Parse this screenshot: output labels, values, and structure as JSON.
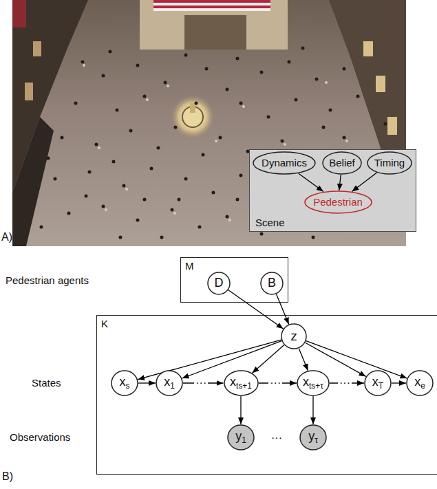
{
  "diagram": {
    "nodes": [
      {
        "text": [
          "Scene"
        ]
      },
      {
        "text": [
          "Dynamics"
        ],
        "in": 0
      },
      {
        "text": [
          "Belief"
        ],
        "in": 0
      },
      {
        "text": [
          "Timing"
        ],
        "in": 0
      },
      {
        "text": [
          "Pedestrian"
        ],
        "in": 0
      },
      {
        "text": [
          "M"
        ]
      },
      {
        "text": [
          "D"
        ],
        "in": 5
      },
      {
        "text": [
          "B"
        ],
        "in": 5
      },
      {
        "text": [
          "K"
        ]
      },
      {
        "text": [
          "z"
        ],
        "in": 8
      },
      {
        "text": [
          "xs"
        ],
        "in": 8
      },
      {
        "text": [
          "x1"
        ],
        "in": 8
      },
      {
        "text": [
          "xts+1"
        ],
        "in": 8
      },
      {
        "text": [
          "xts+τ"
        ],
        "in": 8
      },
      {
        "text": [
          "xT"
        ],
        "in": 8
      },
      {
        "text": [
          "xe"
        ],
        "in": 8
      },
      {
        "text": [
          "y1"
        ],
        "in": 8
      },
      {
        "text": [
          "yτ"
        ],
        "in": 8
      }
    ],
    "edges": [
      {
        "from": 1,
        "to": 4,
        "arrow": "to"
      },
      {
        "from": 2,
        "to": 4,
        "arrow": "to"
      },
      {
        "from": 3,
        "to": 4,
        "arrow": "to"
      },
      {
        "from": 6,
        "to": 9,
        "arrow": "to"
      },
      {
        "from": 7,
        "to": 9,
        "arrow": "to"
      },
      {
        "from": 9,
        "to": 10,
        "arrow": "to"
      },
      {
        "from": 9,
        "to": 11,
        "arrow": "to"
      },
      {
        "from": 9,
        "to": 12,
        "arrow": "to"
      },
      {
        "from": 9,
        "to": 13,
        "arrow": "to"
      },
      {
        "from": 9,
        "to": 14,
        "arrow": "to"
      },
      {
        "from": 9,
        "to": 15,
        "arrow": "to"
      },
      {
        "from": 10,
        "to": 11,
        "arrow": "to"
      },
      {
        "from": 11,
        "to": 12,
        "label": "···",
        "arrow": "to"
      },
      {
        "from": 12,
        "to": 13,
        "label": "···",
        "arrow": "to"
      },
      {
        "from": 13,
        "to": 14,
        "label": "···",
        "arrow": "to"
      },
      {
        "from": 14,
        "to": 15,
        "arrow": "to"
      },
      {
        "from": 12,
        "to": 16,
        "arrow": "to"
      },
      {
        "from": 13,
        "to": 17,
        "arrow": "to"
      }
    ],
    "labels": [
      "A)",
      "Pedestrian agents",
      "States",
      "Observations",
      "···",
      "B)"
    ]
  }
}
